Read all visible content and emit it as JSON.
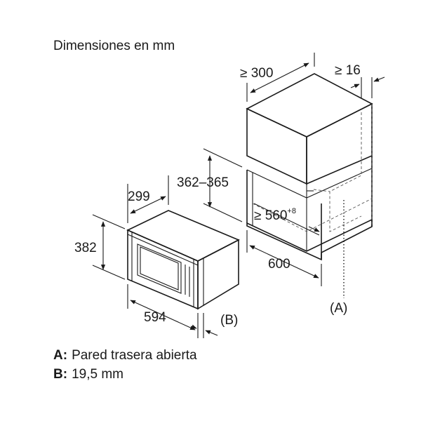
{
  "title": "Dimensiones en mm",
  "dimensions": {
    "cab_depth": "≥ 300",
    "cab_gap": "≥ 16",
    "cab_opening_h": "362–365",
    "cab_opening_w": "≥ 560",
    "cab_opening_w_tol": "+8",
    "cab_width": "600",
    "dev_depth": "299",
    "dev_height": "382",
    "dev_width": "594"
  },
  "markers": {
    "a": "(A)",
    "b": "(B)"
  },
  "legend": [
    {
      "key": "A:",
      "text": "Pared trasera abierta"
    },
    {
      "key": "B:",
      "text": "19,5 mm"
    }
  ]
}
